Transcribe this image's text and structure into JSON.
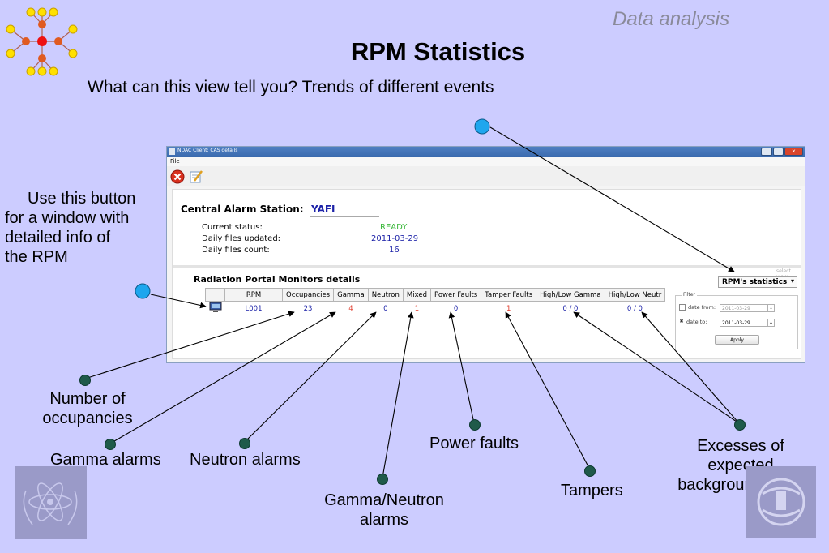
{
  "slide": {
    "section": "Data analysis",
    "title": "RPM Statistics",
    "subtitle": "What can this view tell you? Trends of different events"
  },
  "window": {
    "title": "NDAC Client: CAS details",
    "menu_file": "File"
  },
  "cas": {
    "heading": "Central Alarm Station:",
    "name": "YAFI",
    "status_label": "Current status:",
    "status_value": "READY",
    "updated_label": "Daily files updated:",
    "updated_value": "2011-03-29",
    "count_label": "Daily files count:",
    "count_value": "16"
  },
  "rpm_details": {
    "heading": "Radiation Portal Monitors details",
    "columns": [
      "RPM",
      "Occupancies",
      "Gamma",
      "Neutron",
      "Mixed",
      "Power Faults",
      "Tamper Faults",
      "High/Low Gamma",
      "High/Low Neutr"
    ],
    "row": {
      "rpm": "L001",
      "occupancies": "23",
      "gamma": "4",
      "neutron": "0",
      "mixed": "1",
      "power_faults": "0",
      "tamper_faults": "1",
      "high_low_gamma": "0 / 0",
      "high_low_neutron": "0 / 0"
    }
  },
  "view_select": {
    "label": "select view",
    "value": "RPM's statistics"
  },
  "filter": {
    "label": "Filter",
    "date_from_label": "date from:",
    "date_from_value": "2011-03-29",
    "date_to_label": "date to:",
    "date_to_value": "2011-03-29",
    "apply_label": "Apply"
  },
  "callouts": {
    "button_info": [
      "Use this button",
      "for a window with",
      "detailed info of",
      "the RPM"
    ],
    "occupancies": [
      "Number of",
      "occupancies"
    ],
    "gamma": "Gamma alarms",
    "neutron": "Neutron alarms",
    "mixed": [
      "Gamma/Neutron",
      "alarms"
    ],
    "power": "Power faults",
    "tampers": "Tampers",
    "limits": [
      "Excesses of",
      "expected",
      "background limits"
    ]
  },
  "colors": {
    "slide_bg": "#ccccff",
    "status_ready": "#3cb83c",
    "link_blue": "#1c22a8",
    "alarm_red": "#e03a2a",
    "marker_blue": "#1ea6ee",
    "marker_green": "#1f5a4a"
  }
}
